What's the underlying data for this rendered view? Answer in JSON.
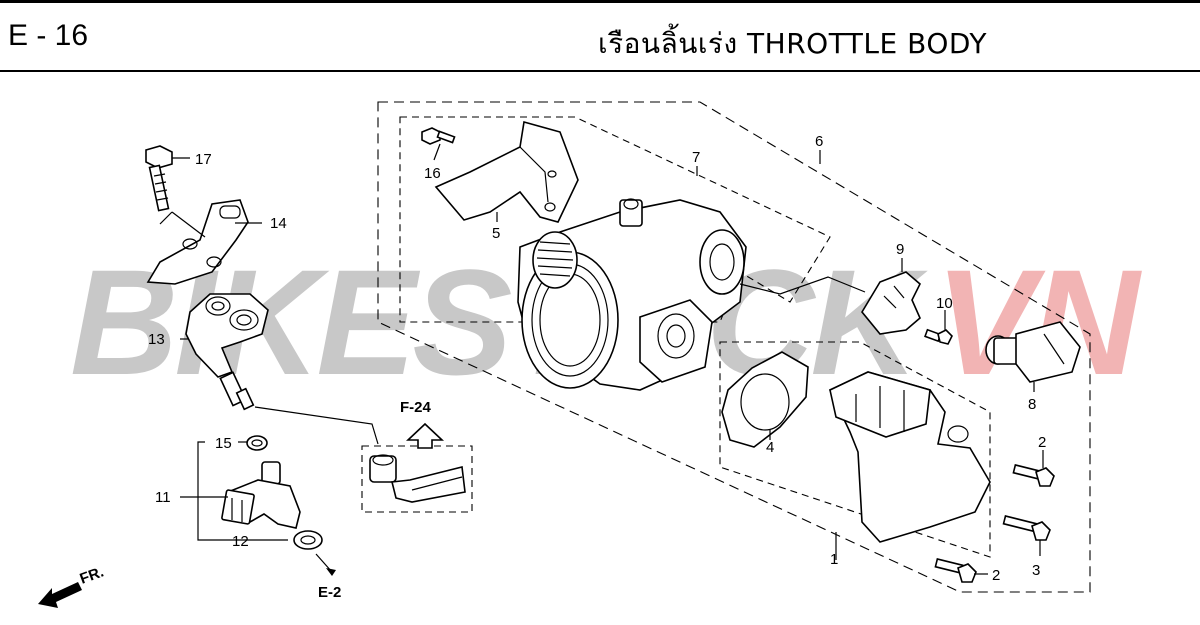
{
  "header": {
    "page_code": "E - 16",
    "title": "เรือนลิ้นเร่ง  THROTTLE BODY"
  },
  "watermark": {
    "text_part1": "BIKESTOCK",
    "text_part2": "VN",
    "color_main": "#c8c8c8",
    "color_accent": "#f2b4b4"
  },
  "callouts": {
    "c1": "1",
    "c2a": "2",
    "c2b": "2",
    "c3": "3",
    "c4": "4",
    "c5": "5",
    "c6": "6",
    "c7": "7",
    "c8": "8",
    "c9": "9",
    "c10": "10",
    "c11": "11",
    "c12": "12",
    "c13": "13",
    "c14": "14",
    "c15": "15",
    "c16": "16",
    "c17": "17"
  },
  "refs": {
    "f24": "F-24",
    "e2": "E-2",
    "fr": "FR."
  }
}
